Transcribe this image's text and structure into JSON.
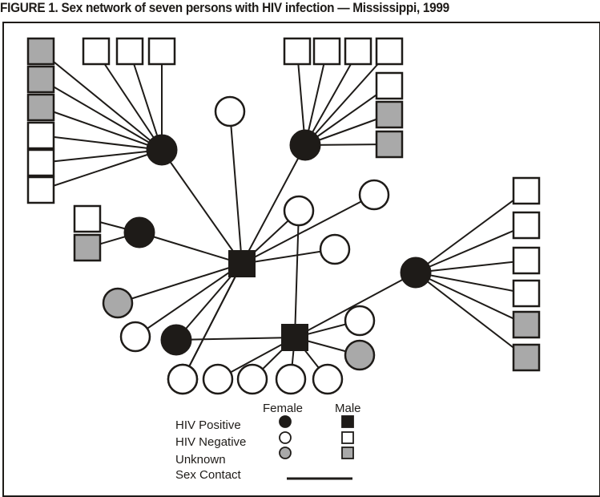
{
  "figure": {
    "title": "FIGURE 1. Sex network of seven persons with HIV infection — Mississippi, 1999"
  },
  "colors": {
    "ink": "#1e1b18",
    "hiv_positive": "#1e1b18",
    "hiv_negative": "#ffffff",
    "unknown": "#a9a9a9"
  },
  "legend": {
    "col_female": "Female",
    "col_male": "Male",
    "rows": [
      {
        "label": "HIV Positive",
        "status": "positive"
      },
      {
        "label": "HIV Negative",
        "status": "negative"
      },
      {
        "label": "Unknown",
        "status": "unknown"
      }
    ],
    "contact_label": "Sex Contact"
  },
  "network": {
    "nodes": [
      {
        "id": "F1",
        "sex": "female",
        "status": "positive",
        "role": "index"
      },
      {
        "id": "F2",
        "sex": "female",
        "status": "positive",
        "role": "index"
      },
      {
        "id": "F3",
        "sex": "female",
        "status": "positive",
        "role": "index"
      },
      {
        "id": "F4",
        "sex": "female",
        "status": "positive",
        "role": "index"
      },
      {
        "id": "F5",
        "sex": "female",
        "status": "positive",
        "role": "index"
      },
      {
        "id": "M1",
        "sex": "male",
        "status": "positive",
        "role": "index"
      },
      {
        "id": "M2",
        "sex": "male",
        "status": "positive",
        "role": "index"
      },
      {
        "id": "a1",
        "sex": "male",
        "status": "unknown"
      },
      {
        "id": "a2",
        "sex": "male",
        "status": "unknown"
      },
      {
        "id": "a3",
        "sex": "male",
        "status": "unknown"
      },
      {
        "id": "a4",
        "sex": "male",
        "status": "negative"
      },
      {
        "id": "a5",
        "sex": "male",
        "status": "negative"
      },
      {
        "id": "a6",
        "sex": "male",
        "status": "negative"
      },
      {
        "id": "a7",
        "sex": "male",
        "status": "negative"
      },
      {
        "id": "a8",
        "sex": "male",
        "status": "negative"
      },
      {
        "id": "a9",
        "sex": "male",
        "status": "negative"
      },
      {
        "id": "b1",
        "sex": "male",
        "status": "negative"
      },
      {
        "id": "b2",
        "sex": "male",
        "status": "negative"
      },
      {
        "id": "b3",
        "sex": "male",
        "status": "negative"
      },
      {
        "id": "b4",
        "sex": "male",
        "status": "negative"
      },
      {
        "id": "b5",
        "sex": "male",
        "status": "negative"
      },
      {
        "id": "b6",
        "sex": "male",
        "status": "unknown"
      },
      {
        "id": "b7",
        "sex": "male",
        "status": "unknown"
      },
      {
        "id": "c1",
        "sex": "male",
        "status": "negative"
      },
      {
        "id": "c2",
        "sex": "male",
        "status": "unknown"
      },
      {
        "id": "d1",
        "sex": "male",
        "status": "negative"
      },
      {
        "id": "d2",
        "sex": "male",
        "status": "negative"
      },
      {
        "id": "d3",
        "sex": "male",
        "status": "negative"
      },
      {
        "id": "d4",
        "sex": "male",
        "status": "negative"
      },
      {
        "id": "d5",
        "sex": "male",
        "status": "unknown"
      },
      {
        "id": "d6",
        "sex": "male",
        "status": "unknown"
      },
      {
        "id": "e1",
        "sex": "female",
        "status": "negative"
      },
      {
        "id": "e2",
        "sex": "female",
        "status": "negative"
      },
      {
        "id": "e3",
        "sex": "female",
        "status": "negative"
      },
      {
        "id": "e4",
        "sex": "female",
        "status": "negative"
      },
      {
        "id": "e5",
        "sex": "female",
        "status": "unknown"
      },
      {
        "id": "e6",
        "sex": "female",
        "status": "negative"
      },
      {
        "id": "e7",
        "sex": "female",
        "status": "negative"
      },
      {
        "id": "e8",
        "sex": "female",
        "status": "negative"
      },
      {
        "id": "e9",
        "sex": "female",
        "status": "negative"
      },
      {
        "id": "e10",
        "sex": "female",
        "status": "negative"
      },
      {
        "id": "e11",
        "sex": "female",
        "status": "negative"
      },
      {
        "id": "e12",
        "sex": "female",
        "status": "negative"
      },
      {
        "id": "e13",
        "sex": "female",
        "status": "negative"
      },
      {
        "id": "e14",
        "sex": "female",
        "status": "unknown"
      }
    ],
    "edges": [
      [
        "F1",
        "a1"
      ],
      [
        "F1",
        "a2"
      ],
      [
        "F1",
        "a3"
      ],
      [
        "F1",
        "a4"
      ],
      [
        "F1",
        "a5"
      ],
      [
        "F1",
        "a6"
      ],
      [
        "F1",
        "a7"
      ],
      [
        "F1",
        "a8"
      ],
      [
        "F1",
        "a9"
      ],
      [
        "F2",
        "b1"
      ],
      [
        "F2",
        "b2"
      ],
      [
        "F2",
        "b3"
      ],
      [
        "F2",
        "b4"
      ],
      [
        "F2",
        "b5"
      ],
      [
        "F2",
        "b6"
      ],
      [
        "F2",
        "b7"
      ],
      [
        "F3",
        "c1"
      ],
      [
        "F3",
        "c2"
      ],
      [
        "F4",
        "d1"
      ],
      [
        "F4",
        "d2"
      ],
      [
        "F4",
        "d3"
      ],
      [
        "F4",
        "d4"
      ],
      [
        "F4",
        "d5"
      ],
      [
        "F4",
        "d6"
      ],
      [
        "M1",
        "F1"
      ],
      [
        "M1",
        "F2"
      ],
      [
        "M1",
        "F3"
      ],
      [
        "M1",
        "F5"
      ],
      [
        "M1",
        "e1"
      ],
      [
        "M1",
        "e2"
      ],
      [
        "M1",
        "e3"
      ],
      [
        "M1",
        "e4"
      ],
      [
        "M1",
        "e5"
      ],
      [
        "M1",
        "e6"
      ],
      [
        "M1",
        "e7"
      ],
      [
        "M1",
        "e8"
      ],
      [
        "M2",
        "F4"
      ],
      [
        "M2",
        "F5"
      ],
      [
        "M2",
        "e2"
      ],
      [
        "M2",
        "e9"
      ],
      [
        "M2",
        "e10"
      ],
      [
        "M2",
        "e11"
      ],
      [
        "M2",
        "e12"
      ],
      [
        "M2",
        "e13"
      ],
      [
        "M2",
        "e14"
      ]
    ]
  }
}
